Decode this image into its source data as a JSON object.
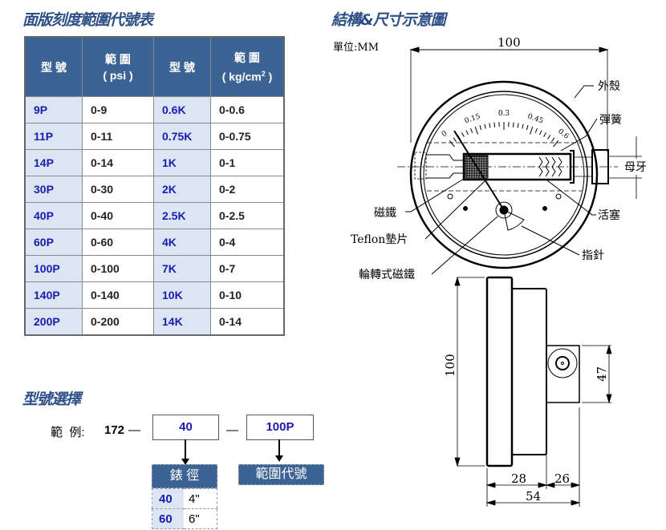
{
  "range_table": {
    "title": "面版刻度範圍代號表",
    "headers": [
      "型 號",
      "範 圍",
      "( psi )",
      "型 號",
      "範 圍",
      "( kg/cm",
      "2",
      " )"
    ],
    "rows": [
      [
        "9P",
        "0-9",
        "0.6K",
        "0-0.6"
      ],
      [
        "11P",
        "0-11",
        "0.75K",
        "0-0.75"
      ],
      [
        "14P",
        "0-14",
        "1K",
        "0-1"
      ],
      [
        "30P",
        "0-30",
        "2K",
        "0-2"
      ],
      [
        "40P",
        "0-40",
        "2.5K",
        "0-2.5"
      ],
      [
        "60P",
        "0-60",
        "4K",
        "0-4"
      ],
      [
        "100P",
        "0-100",
        "7K",
        "0-7"
      ],
      [
        "140P",
        "0-140",
        "10K",
        "0-10"
      ],
      [
        "200P",
        "0-200",
        "14K",
        "0-14"
      ]
    ]
  },
  "model_selection": {
    "title": "型號選擇",
    "example_label": "範  例:",
    "prefix": "172",
    "dash": "—",
    "size_value": "40",
    "range_value": "100P",
    "size_header": "錶 徑",
    "range_header": "範圍代號",
    "sizes": [
      [
        "40",
        "4\""
      ],
      [
        "60",
        "6\""
      ]
    ]
  },
  "diagram": {
    "title": "結構&尺寸示意圖",
    "unit": "單位:MM",
    "dim_width": "100",
    "scale_labels": [
      "0",
      "0.15",
      "0.3",
      "0.45",
      "0.6"
    ],
    "labels": {
      "case": "外殼",
      "spring": "彈簧",
      "thread": "母牙",
      "magnet": "磁鐵",
      "piston": "活塞",
      "teflon": "Teflon墊片",
      "pointer": "指針",
      "rotary_magnet": "輪轉式磁鐵"
    },
    "side": {
      "height": "100",
      "fitting": "47",
      "depth1": "28",
      "depth2": "26",
      "total": "54"
    }
  }
}
